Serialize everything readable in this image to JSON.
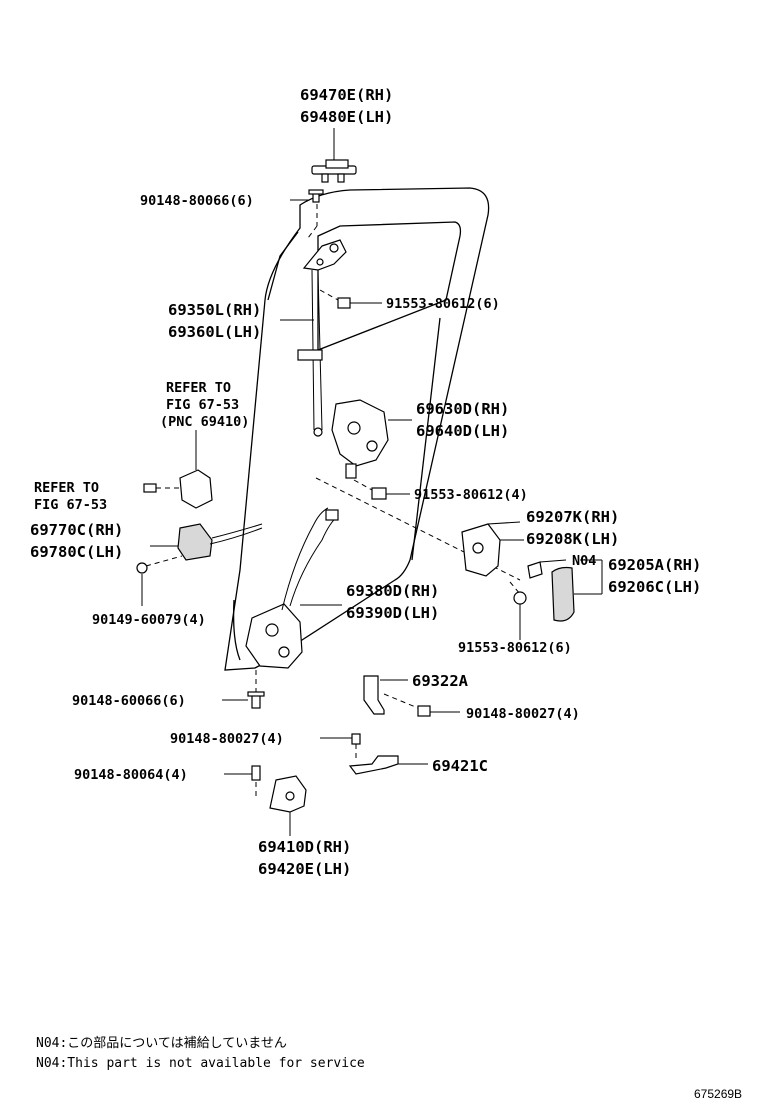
{
  "labels": {
    "top_hinge_rh": "69470E(RH)",
    "top_hinge_lh": "69480E(LH)",
    "screw_top": "90148-80066(6)",
    "rod_rh": "69350L(RH)",
    "rod_lh": "69360L(LH)",
    "bolt_upper": "91553-80612(6)",
    "refer_to_1": "REFER TO",
    "refer_fig_1": "FIG 67-53",
    "refer_pnc": "(PNC 69410)",
    "upper_lock_rh": "69630D(RH)",
    "upper_lock_lh": "69640D(LH)",
    "refer_to_2": "REFER TO",
    "refer_fig_2": "FIG 67-53",
    "bolt_mid": "91553-80612(4)",
    "handle_rh": "69207K(RH)",
    "handle_lh": "69208K(LH)",
    "n04_tag": "N04",
    "cover_rh": "69205A(RH)",
    "cover_lh": "69206C(LH)",
    "inside_handle_rh": "69770C(RH)",
    "inside_handle_lh": "69780C(LH)",
    "lower_lock_rh": "69380D(RH)",
    "lower_lock_lh": "69390D(LH)",
    "screw_handle": "90149-60079(4)",
    "bolt_lower": "91553-80612(6)",
    "bracket": "69322A",
    "screw_lock": "90148-60066(6)",
    "screw_bracket": "90148-80027(4)",
    "screw_striker": "90148-80027(4)",
    "striker_plate": "69421C",
    "screw_bottom": "90148-80064(4)",
    "bottom_hinge_rh": "69410D(RH)",
    "bottom_hinge_lh": "69420E(LH)"
  },
  "notes": {
    "jp": "N04:この部品については補給していません",
    "en": "N04:This part is not available for service"
  },
  "figure_id": "675269B"
}
